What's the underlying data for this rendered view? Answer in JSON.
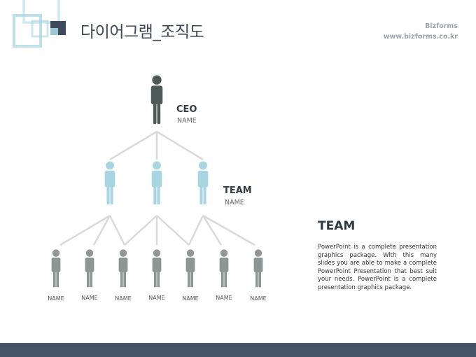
{
  "header": {
    "title": "다이어그램_조직도",
    "brand_name": "Bizforms",
    "brand_url": "www.bizforms.co.kr"
  },
  "colors": {
    "ceo": "#4e5a58",
    "team": "#a9d5e2",
    "member": "#8c9694",
    "lines": "#d9d9d9",
    "footer": "#465468",
    "logo_light": "#a9d5e2",
    "logo_dark": "#3f4a5c"
  },
  "org": {
    "ceo": {
      "title": "CEO",
      "name": "NAME"
    },
    "team": {
      "title": "TEAM",
      "name": "NAME",
      "count": 3
    },
    "members": [
      "NAME",
      "NAME",
      "NAME",
      "NAME",
      "NAME",
      "NAME",
      "NAME"
    ]
  },
  "sidebar": {
    "heading": "TEAM",
    "body": "PowerPoint is a complete presentation graphics package. With this many slides you are able to make a complete PowerPoint Presentation that best suit your needs. PowerPoint is a complete presentation graphics package."
  }
}
